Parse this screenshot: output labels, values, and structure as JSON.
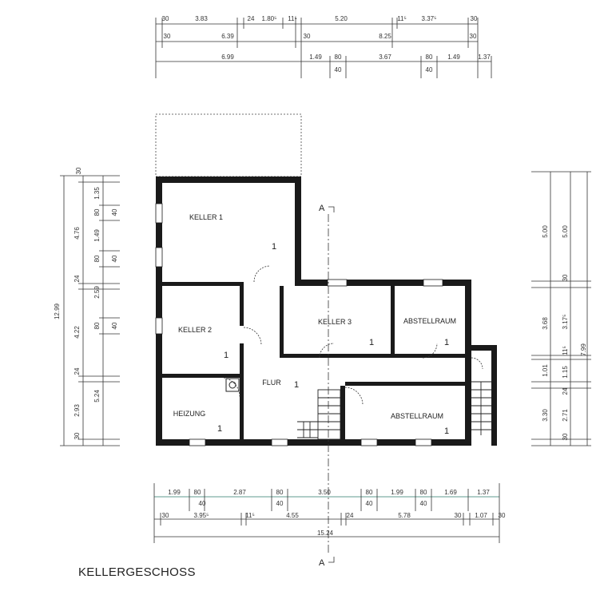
{
  "floor_title": "KELLERGESCHOSS",
  "rooms": {
    "keller1": "KELLER 1",
    "keller2": "KELLER 2",
    "keller3": "KELLER 3",
    "abstellraum_top": "ABSTELLRAUM",
    "abstellraum_bottom": "ABSTELLRAUM",
    "flur": "FLUR",
    "heizung": "HEIZUNG"
  },
  "section_marker": "A",
  "stair_label": "1",
  "dims": {
    "top_row1": [
      "30",
      "3.83",
      "24",
      "1.80⁵",
      "11⁵",
      "5.20",
      "11⁵",
      "3.37⁵",
      "30"
    ],
    "top_row2": [
      "30",
      "6.39",
      "30",
      "8.25",
      "30"
    ],
    "top_row3": [
      "6.99",
      "1.49",
      "80",
      "3.67",
      "80",
      "1.49",
      "1.37"
    ],
    "top_row3_sub": [
      "40",
      "40"
    ],
    "bottom_row1": [
      "1.99",
      "80",
      "2.87",
      "80",
      "3.50",
      "80",
      "1.99",
      "80",
      "1.69",
      "1.37"
    ],
    "bottom_row1_sub": [
      "40",
      "40",
      "40",
      "40"
    ],
    "bottom_row2": [
      "30",
      "3.95⁵",
      "11⁵",
      "4.55",
      "24",
      "5.78",
      "30",
      "1.07",
      "30"
    ],
    "bottom_total": "15.24",
    "left_total": "12.99",
    "left_row2": [
      "4.76",
      "24",
      "4.22",
      "24",
      "2.93",
      "30"
    ],
    "left_row3": [
      "1.35",
      "80",
      "1.49",
      "80",
      "2.59",
      "80",
      "5.24"
    ],
    "left_row3_sub": [
      "40",
      "40",
      "40"
    ],
    "left_top30": "30",
    "right_row1": [
      "5.00",
      "30",
      "3.68",
      "1.01",
      "3.30"
    ],
    "right_row2": [
      "5.00",
      "3.17⁵",
      "11⁵",
      "1.15",
      "24",
      "2.71",
      "30"
    ],
    "right_total": "7.99"
  }
}
